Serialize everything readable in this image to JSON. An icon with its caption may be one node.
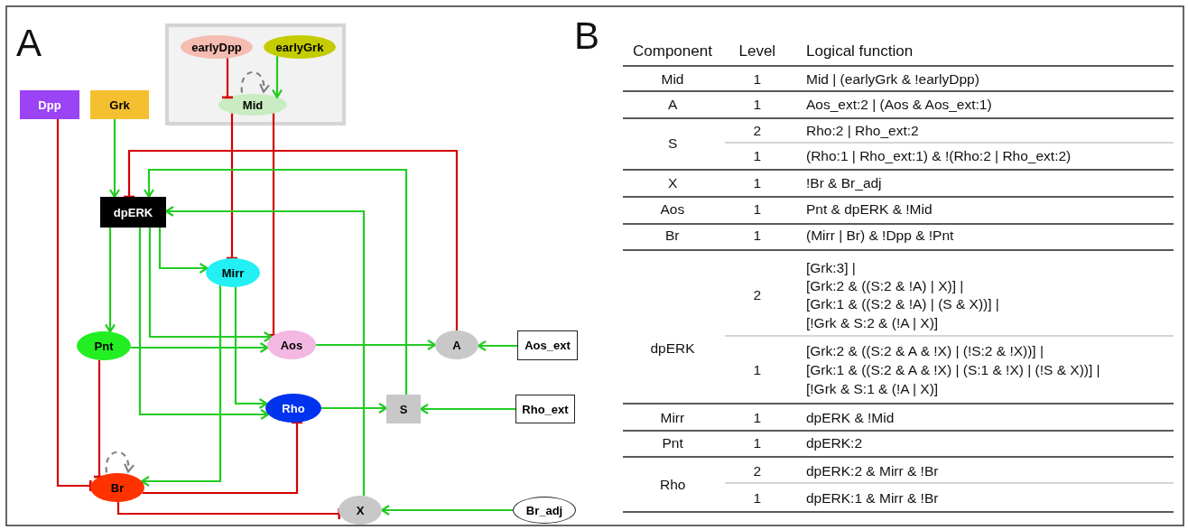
{
  "diagram": {
    "nodes": [
      {
        "text": [],
        "shape": "box"
      },
      {
        "text": [
          "earlyDpp"
        ],
        "in": 0
      },
      {
        "text": [
          "earlyGrk"
        ],
        "in": 0
      },
      {
        "text": [
          "Mid"
        ],
        "in": 0
      },
      {
        "text": [
          "Dpp"
        ]
      },
      {
        "text": [
          "Grk"
        ]
      },
      {
        "text": [
          "dpERK"
        ]
      },
      {
        "text": [
          "Mirr"
        ]
      },
      {
        "text": [
          "Pnt"
        ]
      },
      {
        "text": [
          "Aos"
        ]
      },
      {
        "text": [
          "A"
        ]
      },
      {
        "text": [
          "Aos_ext"
        ]
      },
      {
        "text": [
          "Rho"
        ]
      },
      {
        "text": [
          "S"
        ]
      },
      {
        "text": [
          "Rho_ext"
        ]
      },
      {
        "text": [
          "Br"
        ]
      },
      {
        "text": [
          "X"
        ]
      },
      {
        "text": [
          "Br_adj"
        ]
      }
    ],
    "edges": [
      {
        "from": 2,
        "to": 3,
        "arrow": "to"
      },
      {
        "from": 1,
        "to": 3,
        "arrow": "other",
        "color": "#d40000"
      },
      {
        "from": 3,
        "to": 3,
        "arrow": "to",
        "style": "dashed",
        "color": "#808080"
      },
      {
        "from": 5,
        "to": 6,
        "arrow": "to"
      },
      {
        "from": 4,
        "to": 15,
        "arrow": "other",
        "color": "#d40000"
      },
      {
        "from": 3,
        "to": 7,
        "arrow": "other",
        "color": "#d40000"
      },
      {
        "from": 3,
        "to": 9,
        "arrow": "other",
        "color": "#d40000"
      },
      {
        "from": 10,
        "to": 6,
        "arrow": "other",
        "color": "#d40000"
      },
      {
        "from": 13,
        "to": 6,
        "arrow": "to"
      },
      {
        "from": 16,
        "to": 6,
        "arrow": "to"
      },
      {
        "from": 6,
        "to": 7,
        "arrow": "to"
      },
      {
        "from": 6,
        "to": 8,
        "arrow": "to"
      },
      {
        "from": 6,
        "to": 9,
        "arrow": "to"
      },
      {
        "from": 6,
        "to": 12,
        "arrow": "to"
      },
      {
        "from": 8,
        "to": 9,
        "arrow": "to"
      },
      {
        "from": 7,
        "to": 15,
        "arrow": "to"
      },
      {
        "from": 7,
        "to": 12,
        "arrow": "to"
      },
      {
        "from": 9,
        "to": 10,
        "arrow": "to"
      },
      {
        "from": 11,
        "to": 10,
        "arrow": "to"
      },
      {
        "from": 12,
        "to": 13,
        "arrow": "to"
      },
      {
        "from": 14,
        "to": 13,
        "arrow": "to"
      },
      {
        "from": 17,
        "to": 16,
        "arrow": "to"
      },
      {
        "from": 8,
        "to": 15,
        "arrow": "other",
        "color": "#d40000"
      },
      {
        "from": 15,
        "to": 12,
        "arrow": "other",
        "color": "#d40000"
      },
      {
        "from": 15,
        "to": 16,
        "arrow": "other",
        "color": "#d40000"
      },
      {
        "from": 15,
        "to": 15,
        "arrow": "to",
        "style": "dashed",
        "color": "#808080"
      }
    ],
    "labels": [
      "A",
      "B",
      "Component",
      "Level",
      "Logical function",
      "Mid",
      "1",
      "Mid | (earlyGrk & !earlyDpp)",
      "A",
      "1",
      "Aos_ext:2 | (Aos & Aos_ext:1)",
      "S",
      "2",
      "Rho:2 | Rho_ext:2",
      "1",
      "(Rho:1 | Rho_ext:1) & !(Rho:2 | Rho_ext:2)",
      "X",
      "1",
      "!Br & Br_adj",
      "Aos",
      "1",
      "Pnt & dpERK & !Mid",
      "Br",
      "1",
      "(Mirr | Br) & !Dpp & !Pnt",
      "dpERK",
      "2",
      "[Grk:3]  |",
      "[Grk:2 & ((S:2 & !A) | X)]  |",
      "[Grk:1 & ((S:2 & !A) | (S & X))]  |",
      "[!Grk & S:2 & (!A | X)]",
      "1",
      "[Grk:2 & ((S:2 & A & !X) | (!S:2 & !X))]  |",
      "[Grk:1 & ((S:2 & A & !X) | (S:1 & !X) | (!S & X))]  |",
      "[!Grk & S:1 & (!A | X)]",
      "Mirr",
      "1",
      "dpERK & !Mid",
      "Pnt",
      "1",
      "dpERK:2",
      "Rho",
      "2",
      "dpERK:2 & Mirr & !Br",
      "1",
      "dpERK:1 & Mirr & !Br"
    ]
  }
}
